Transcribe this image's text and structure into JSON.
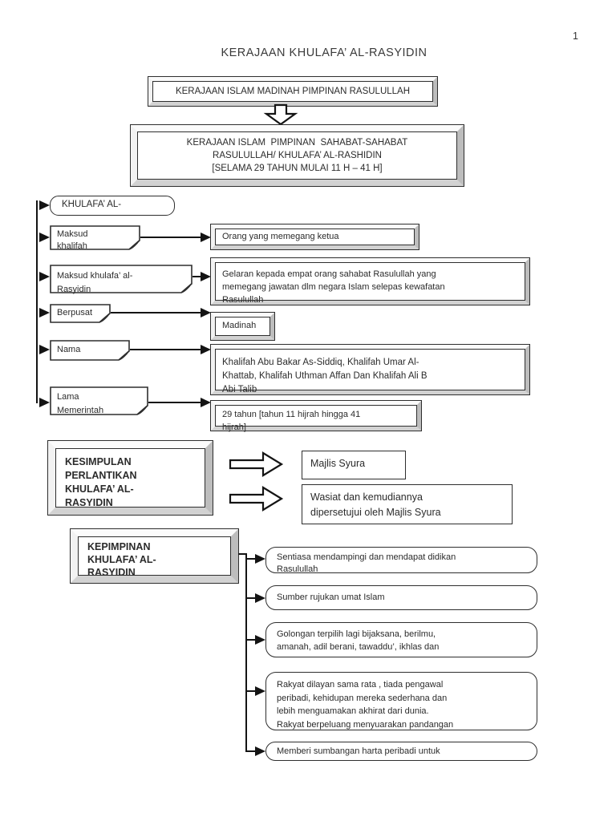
{
  "page": {
    "number": "1",
    "title": "KERAJAAN KHULAFA’ AL-RASYIDIN"
  },
  "colors": {
    "ink": "#2e2e2e",
    "bevel_shade": "#bdbdbd",
    "paper": "#ffffff"
  },
  "flow": {
    "box1": "KERAJAAN ISLAM MADINAH PIMPINAN RASULULLAH",
    "box2": "KERAJAAN ISLAM  PIMPINAN  SAHABAT-SAHABAT\nRASULULLAH/ KHULAFA’ AL-RASHIDIN\n[SELAMA 29 TAHUN MULAI 11 H – 41 H]"
  },
  "left_labels": {
    "heading": "KHULAFA’ AL-",
    "maksud_khalifah": "Maksud\nkhalifah",
    "maksud_khulafa": "Maksud khulafa’ al-\nRasyidin",
    "berpusat": "Berpusat",
    "nama": "Nama",
    "lama": "Lama\nMemerintah"
  },
  "right_boxes": {
    "maksud_khalifah": "Orang yang memegang ketua",
    "maksud_khulafa": "Gelaran kepada empat orang sahabat Rasulullah yang\nmemegang jawatan dlm negara Islam selepas kewafatan\nRasulullah",
    "berpusat": "Madinah",
    "nama": "Khalifah Abu Bakar As-Siddiq, Khalifah Umar Al-\nKhattab, Khalifah Uthman Affan Dan Khalifah Ali B\nAbi Talib",
    "lama": "29 tahun [tahun 11 hijrah hingga 41\nhijrah]"
  },
  "kesimpulan": {
    "title": "KESIMPULAN\nPERLANTIKAN\nKHULAFA’ AL-\nRASYIDIN",
    "option1": "Majlis Syura",
    "option2": "Wasiat dan kemudiannya\ndipersetujui oleh Majlis Syura"
  },
  "kepimpinan": {
    "title": "KEPIMPINAN\nKHULAFA’ AL-\nRASYIDIN",
    "items": [
      "Sentiasa mendampingi dan mendapat didikan\nRasulullah",
      "Sumber rujukan umat Islam",
      "Golongan terpilih lagi bijaksana, berilmu,\namanah, adil berani, tawaddu’, ikhlas dan",
      "Rakyat dilayan sama rata , tiada pengawal\nperibadi, kehidupan mereka sederhana dan\nlebih menguamakan akhirat dari dunia.\nRakyat berpeluang menyuarakan pandangan",
      "Memberi sumbangan harta peribadi untuk"
    ]
  }
}
